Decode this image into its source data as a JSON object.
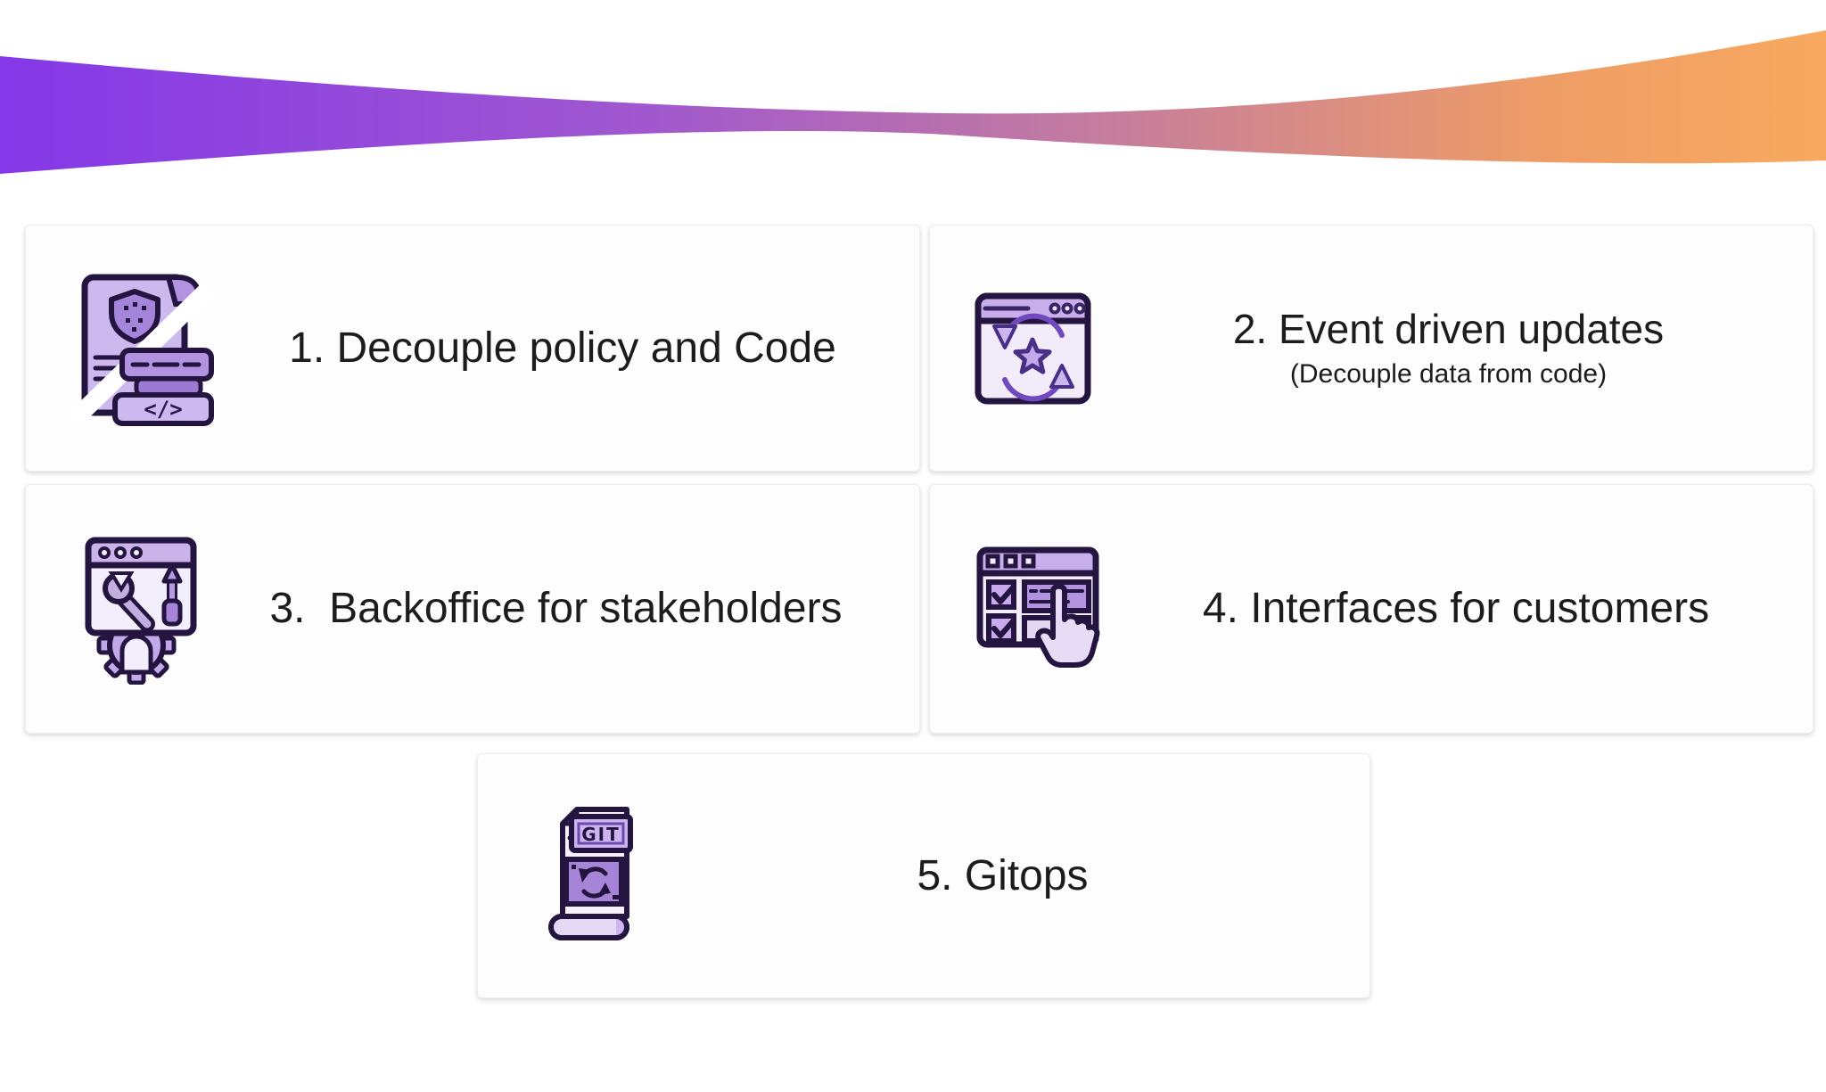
{
  "wave": {
    "description": "decorative ribbon sweeping across the top, thick at both ends and thin in the middle",
    "gradient": [
      "#8438e8",
      "#a057cf",
      "#c47c9f",
      "#ef9d66",
      "#f8a95f"
    ]
  },
  "palette": {
    "icon_outline": "#241440",
    "icon_light_fill": "#f1ebfa",
    "icon_lavender": "#cdb9ee",
    "icon_medium_purple": "#b193e0",
    "icon_deep_purple": "#a685d8",
    "icon_header_band": "#c8aeea",
    "text_color": "#1c1c1c",
    "card_background": "#fdfdfd"
  },
  "cards": [
    {
      "icon": "policy-document-slash-icon",
      "title": "1. Decouple policy and Code",
      "subtitle": ""
    },
    {
      "icon": "browser-sync-star-icon",
      "title": "2. Event driven updates",
      "subtitle": "(Decouple data from code)"
    },
    {
      "icon": "browser-tools-gear-icon",
      "title": "3.  Backoffice for stakeholders",
      "subtitle": ""
    },
    {
      "icon": "form-click-hand-icon",
      "title": "4. Interfaces for customers",
      "subtitle": ""
    },
    {
      "icon": "git-file-sync-icon",
      "title": "5. Gitops",
      "subtitle": "",
      "git_label": "GIT",
      "code_glyph": "</>"
    }
  ]
}
